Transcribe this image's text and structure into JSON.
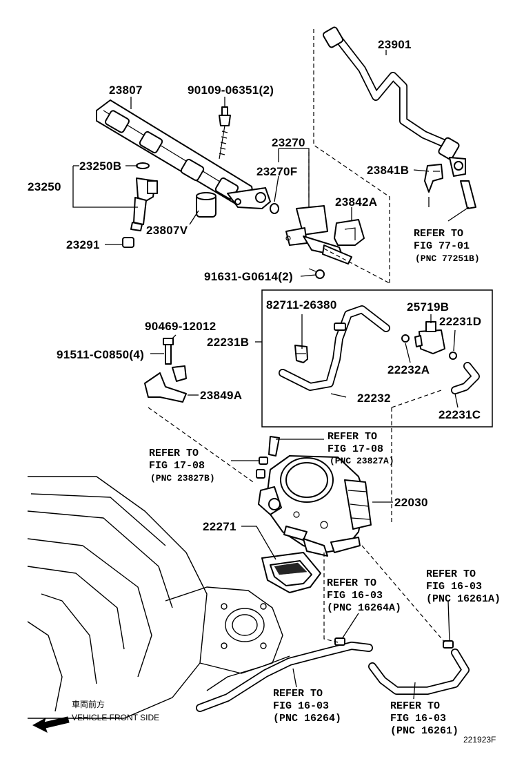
{
  "labels": {
    "p23901": "23901",
    "p23807": "23807",
    "p90109": "90109-06351(2)",
    "p23270": "23270",
    "p23270f": "23270F",
    "p23250b": "23250B",
    "p23250": "23250",
    "p23841b": "23841B",
    "p23842a": "23842A",
    "p23807v": "23807V",
    "p23291": "23291",
    "p91631": "91631-G0614(2)",
    "p82711": "82711-26380",
    "p25719b": "25719B",
    "p22231d": "22231D",
    "p22231b": "22231B",
    "p90469": "90469-12012",
    "p91511": "91511-C0850(4)",
    "p22232a": "22232A",
    "p23849a": "23849A",
    "p22232": "22232",
    "p22231c": "22231C",
    "p22030": "22030",
    "p22271": "22271"
  },
  "refs": {
    "r77_1": "REFER TO",
    "r77_2": "FIG 77-01",
    "r77_3": "(PNC 77251B)",
    "r1708a_1": "REFER TO",
    "r1708a_2": "FIG 17-08",
    "r1708a_3": "(PNC 23827A)",
    "r1708b_1": "REFER TO",
    "r1708b_2": "FIG 17-08",
    "r1708b_3": "(PNC 23827B)",
    "r1603a_1": "REFER TO",
    "r1603a_2": "FIG 16-03",
    "r1603a_3": "(PNC 16264A)",
    "r1603b_1": "REFER TO",
    "r1603b_2": "FIG 16-03",
    "r1603b_3": "(PNC 16261A)",
    "r1603c_1": "REFER TO",
    "r1603c_2": "FIG 16-03",
    "r1603c_3": "(PNC 16264)",
    "r1603d_1": "REFER TO",
    "r1603d_2": "FIG 16-03",
    "r1603d_3": "(PNC 16261)"
  },
  "direction": {
    "jp": "車両前方",
    "en": "VEHICLE FRONT SIDE"
  },
  "figure_id": "221923F"
}
